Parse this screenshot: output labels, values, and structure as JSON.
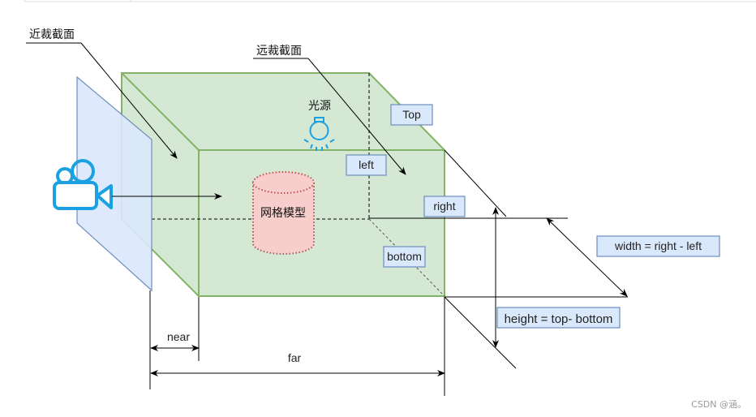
{
  "labels": {
    "near_plane": "近裁截面",
    "far_plane": "远裁截面",
    "light": "光源",
    "mesh": "网格模型",
    "top": "Top",
    "left": "left",
    "right": "right",
    "bottom": "bottom",
    "width_formula": "width = right - left",
    "height_formula": "height = top- bottom",
    "near": "near",
    "far": "far"
  },
  "watermark": "CSDN @涵。",
  "colors": {
    "frustum_fill": "#d5e8d4",
    "frustum_stroke": "#82b366",
    "near_plane_fill": "#dae8fc",
    "mesh_fill": "#f8cecc",
    "mesh_stroke": "#b85450",
    "icon_blue": "#1ba1e2"
  }
}
